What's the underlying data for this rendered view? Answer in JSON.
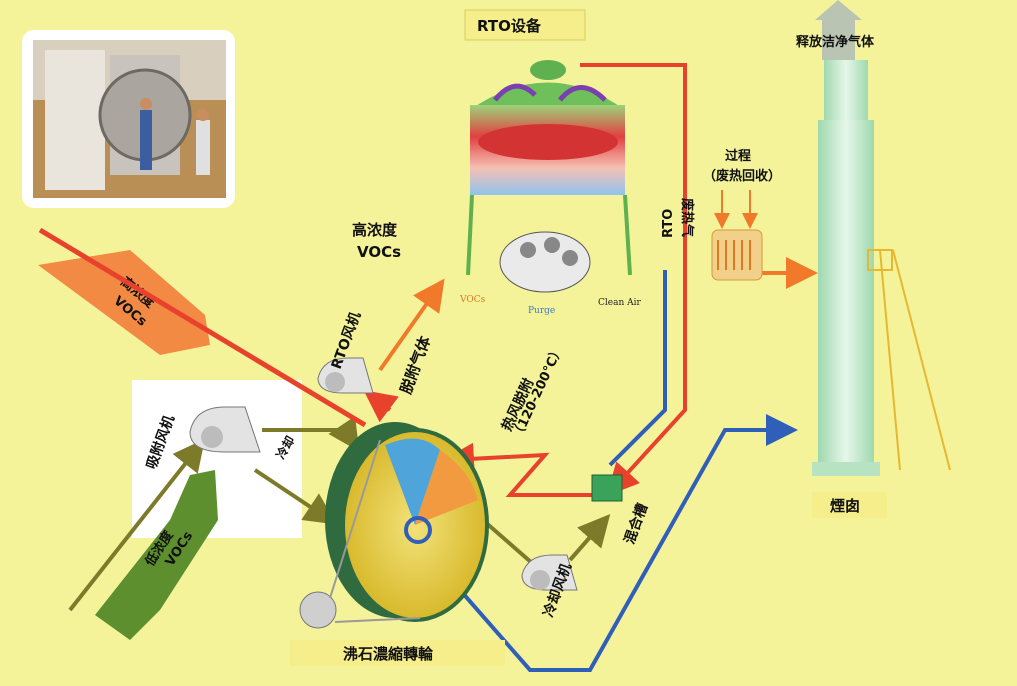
{
  "labels": {
    "rto_equipment": "RTO设备",
    "release_clean_gas": "释放洁净气体",
    "chimney": "煙囱",
    "zeolite_rotor": "沸石濃縮轉輪",
    "high_conc_vocs_1": "高浓度",
    "high_conc_vocs_2": "VOCs",
    "arrow_high_1": "高浓度",
    "arrow_high_2": "VOCs",
    "arrow_low_1": "低浓度",
    "arrow_low_2": "VOCs",
    "rto_fan": "RTO风机",
    "desorb_gas": "脱附气体",
    "adsorb_fan": "吸附风机",
    "cooling": "冷却",
    "hot_air_desorb_1": "热风脱附",
    "hot_air_desorb_2": "（120-200°C）",
    "cooling_fan": "冷却风机",
    "mixing_tank": "混合槽",
    "rto_waste_heat_1": "RTO",
    "rto_waste_heat_2": "废热气",
    "process_1": "过程",
    "process_2": "（废热回收）",
    "vocs_small": "VOCs",
    "purge": "Purge",
    "clean_air": "Clean Air"
  },
  "colors": {
    "background": "#f4f39a",
    "flow_red": "#e8412c",
    "flow_orange": "#f07a2a",
    "flow_blue": "#2f5fb8",
    "flow_olive": "#7d7a2a",
    "vocs_green": "#5e8f2e",
    "chimney_green": "#c9ecd0"
  },
  "icons": [
    "fan-icon",
    "rotor-wheel-icon",
    "rto-vessel-icon",
    "heat-exchanger-icon",
    "chimney-icon",
    "photo-inset"
  ]
}
